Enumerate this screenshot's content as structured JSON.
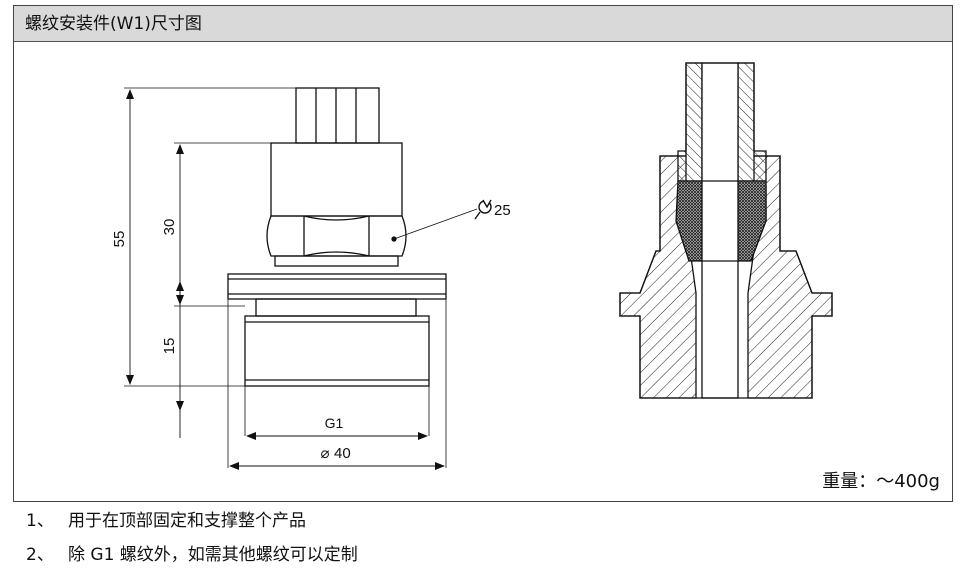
{
  "panel": {
    "title": "螺纹安装件(W1)尺寸图"
  },
  "drawing": {
    "dimensions": {
      "total_height": "55",
      "upper_height": "30",
      "thread_length": "15",
      "thread": "G1",
      "flange_diameter": "40",
      "wrench_size": "25"
    },
    "symbols": {
      "diameter": "⌀",
      "wrench": "wrench-icon"
    }
  },
  "weight": {
    "label": "重量：",
    "value": "～400g"
  },
  "notes": [
    {
      "num": "1、",
      "text": "用于在顶部固定和支撑整个产品"
    },
    {
      "num": "2、",
      "text": "除 G1 螺纹外，如需其他螺纹可以定制"
    }
  ]
}
